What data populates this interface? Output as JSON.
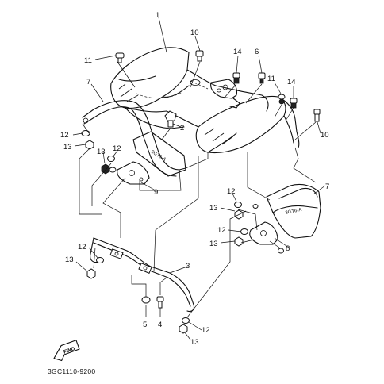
{
  "parts": [
    {
      "id": "p1",
      "label": "1"
    },
    {
      "id": "p10a",
      "label": "10"
    },
    {
      "id": "p11a",
      "label": "11"
    },
    {
      "id": "p14a",
      "label": "14"
    },
    {
      "id": "p6",
      "label": "6"
    },
    {
      "id": "p11b",
      "label": "11"
    },
    {
      "id": "p14b",
      "label": "14"
    },
    {
      "id": "p7a",
      "label": "7"
    },
    {
      "id": "p10b",
      "label": "10"
    },
    {
      "id": "p12a",
      "label": "12"
    },
    {
      "id": "p2",
      "label": "2"
    },
    {
      "id": "p13a",
      "label": "13"
    },
    {
      "id": "p12b",
      "label": "12"
    },
    {
      "id": "p13b",
      "label": "13"
    },
    {
      "id": "p9",
      "label": "9"
    },
    {
      "id": "p7b",
      "label": "7"
    },
    {
      "id": "p12c",
      "label": "12"
    },
    {
      "id": "p13c",
      "label": "13"
    },
    {
      "id": "p12d",
      "label": "12"
    },
    {
      "id": "p13d",
      "label": "13"
    },
    {
      "id": "p8",
      "label": "8"
    },
    {
      "id": "p12e",
      "label": "12"
    },
    {
      "id": "p3",
      "label": "3"
    },
    {
      "id": "p13e",
      "label": "13"
    },
    {
      "id": "p5",
      "label": "5"
    },
    {
      "id": "p4",
      "label": "4"
    },
    {
      "id": "p12f",
      "label": "12"
    },
    {
      "id": "p13f",
      "label": "13"
    }
  ],
  "fwd_label": "FWD",
  "decal_text": "3GT6-A",
  "drawing_code": "3GC1110-9200"
}
